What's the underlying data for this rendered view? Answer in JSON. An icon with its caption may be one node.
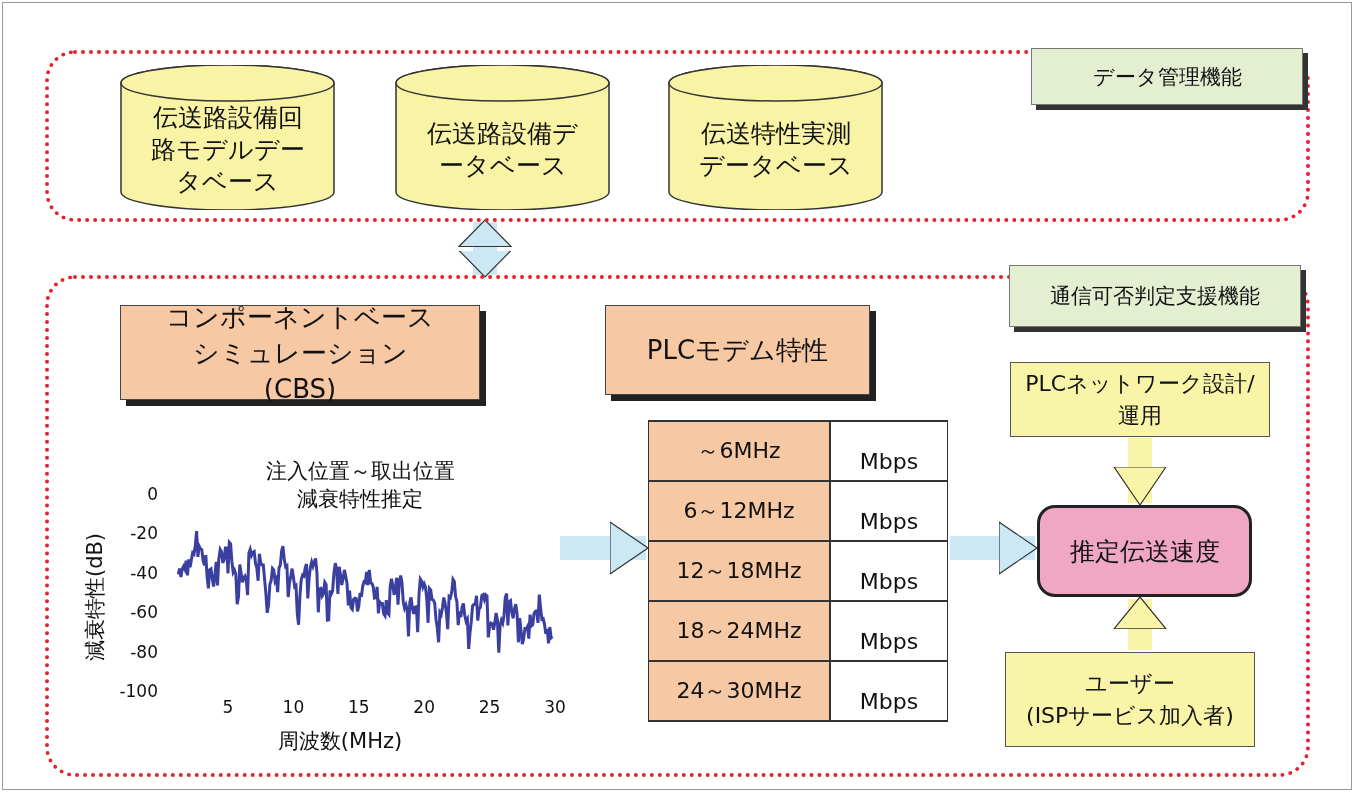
{
  "diagram": {
    "nodes": [
      {
        "text": [
          "データ管理機能"
        ]
      },
      {
        "text": [
          "伝送路設備回路モデルデータベース"
        ],
        "in": 0
      },
      {
        "text": [
          "伝送路設備データベース"
        ],
        "in": 0
      },
      {
        "text": [
          "伝送特性実測データベース"
        ],
        "in": 0
      },
      {
        "text": [
          "通信可否判定支援機能"
        ]
      },
      {
        "text": [
          "コンポーネントベースシミュレーション(CBS)"
        ],
        "in": 4
      },
      {
        "text": [
          "注入位置～取出位置減衰特性推定",
          "減衰特性(dB)",
          "周波数(MHz)"
        ],
        "in": 4
      },
      {
        "text": [
          "PLCモデム特性"
        ],
        "in": 4
      },
      {
        "text": [
          "～6MHz",
          "Mbps",
          "6～12MHz",
          "Mbps",
          "12～18MHz",
          "Mbps",
          "18～24MHz",
          "Mbps",
          "24～30MHz",
          "Mbps"
        ],
        "in": 4
      },
      {
        "text": [
          "PLCネットワーク設計/運用"
        ],
        "in": 4
      },
      {
        "text": [
          "推定伝送速度"
        ],
        "in": 4
      },
      {
        "text": [
          "ユーザー",
          "(ISPサービス加入者)"
        ],
        "in": 4
      }
    ],
    "edges": [
      {
        "from": 0,
        "to": 4,
        "arrow": "both"
      },
      {
        "from": 6,
        "to": 8,
        "arrow": "to"
      },
      {
        "from": 8,
        "to": 10,
        "arrow": "to"
      },
      {
        "from": 9,
        "to": 10,
        "arrow": "to",
        "color": "#f8f4a8"
      },
      {
        "from": 11,
        "to": 10,
        "arrow": "to",
        "color": "#f8f4a8"
      }
    ],
    "labels": [
      "0",
      "-20",
      "-40",
      "-60",
      "-80",
      "-100",
      "5",
      "10",
      "15",
      "20",
      "25",
      "30"
    ]
  }
}
